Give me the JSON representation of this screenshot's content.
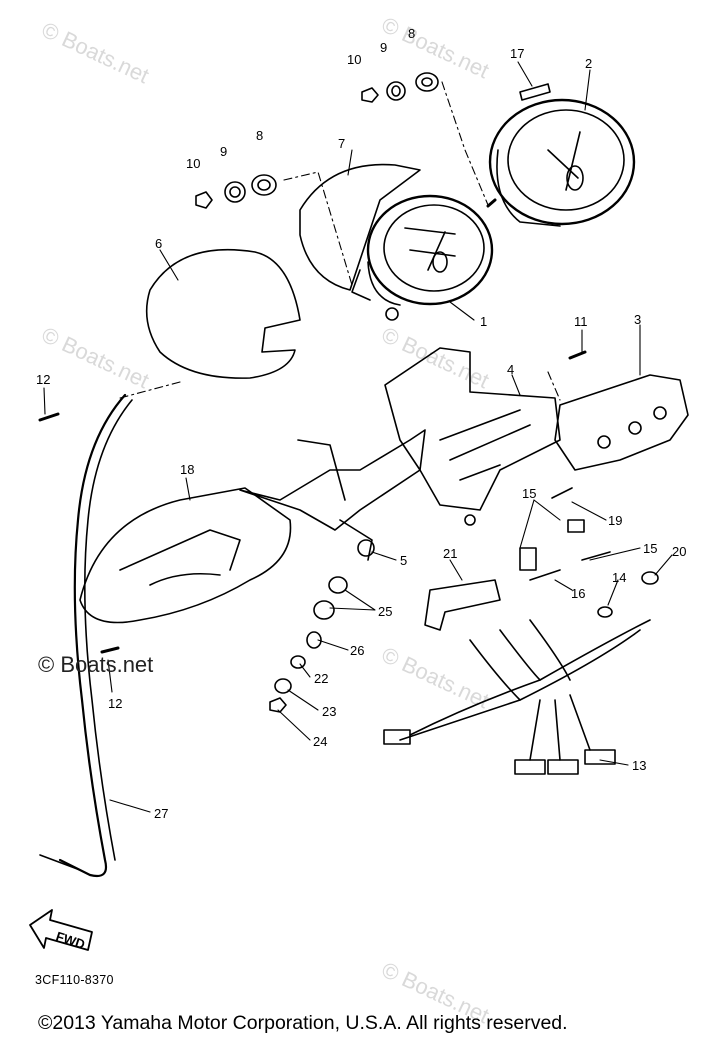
{
  "diagram": {
    "part_code": "3CF110-8370",
    "direction_label": "FWD",
    "copyright": "©2013 Yamaha Motor Corporation, U.S.A. All rights reserved.",
    "watermark": "© Boats.net",
    "callouts": [
      "1",
      "2",
      "3",
      "4",
      "5",
      "6",
      "7",
      "8",
      "8",
      "9",
      "9",
      "10",
      "10",
      "11",
      "12",
      "12",
      "13",
      "14",
      "15",
      "15",
      "16",
      "17",
      "18",
      "19",
      "20",
      "21",
      "22",
      "23",
      "24",
      "25",
      "26",
      "27"
    ]
  },
  "colors": {
    "ink": "#000000",
    "paper": "#ffffff",
    "watermark": "#d9d9d9"
  }
}
